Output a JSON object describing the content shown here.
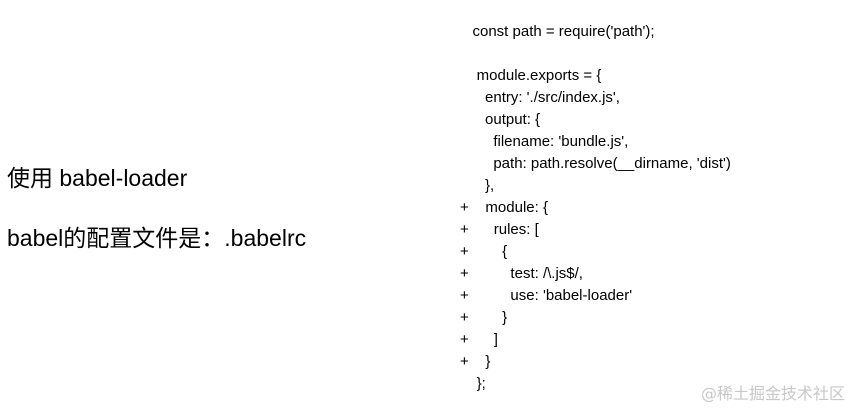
{
  "left": {
    "usage_text": "使用 babel-loader",
    "config_text": "babel的配置文件是：.babelrc"
  },
  "code": {
    "lines": [
      "   const path = require('path');",
      "",
      "    module.exports = {",
      "      entry: './src/index.js',",
      "      output: {",
      "        filename: 'bundle.js',",
      "        path: path.resolve(__dirname, 'dist')",
      "      },",
      "+    module: {",
      "+      rules: [",
      "+        {",
      "+          test: /\\.js$/,",
      "+          use: 'babel-loader'",
      "+        }",
      "+      ]",
      "+    }",
      "    };"
    ]
  },
  "watermark": {
    "text": "@稀土掘金技术社区"
  }
}
